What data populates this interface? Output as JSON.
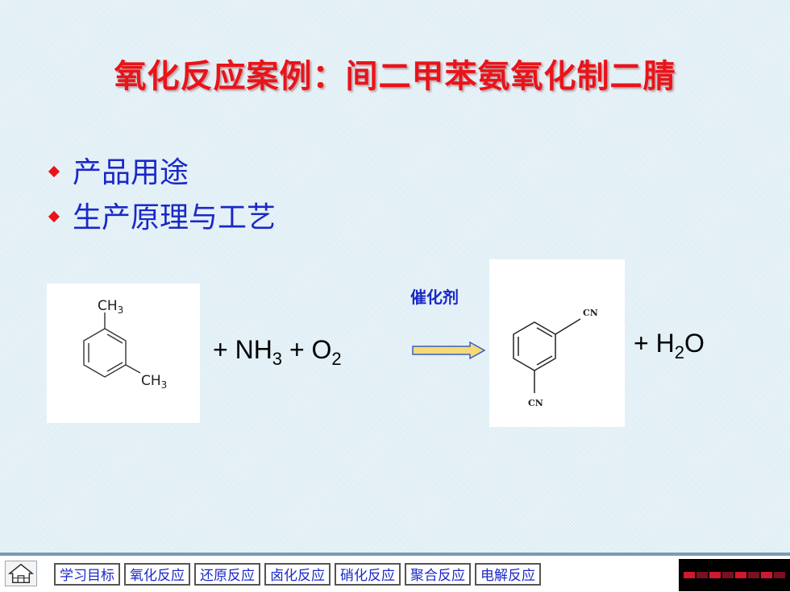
{
  "title": "氧化反应案例：间二甲苯氨氧化制二腈",
  "bullets": [
    {
      "text": "产品用途"
    },
    {
      "text": "生产原理与工艺"
    }
  ],
  "reaction": {
    "reactant_label_top": "CH",
    "reactant_label_top_sub": "3",
    "reactant_label_bottom": "CH",
    "reactant_label_bottom_sub": "3",
    "plus1": "+",
    "nh": "NH",
    "nh_sub": "3",
    "plus2": "+",
    "o": "O",
    "o_sub": "2",
    "catalyst": "催化剂",
    "product_label_top": "CN",
    "product_label_bottom": "CN",
    "plus3": "+",
    "h": "H",
    "h_sub": "2",
    "o_water": "O"
  },
  "nav": {
    "items": [
      "学习目标",
      "氧化反应",
      "还原反应",
      "卤化反应",
      "硝化反应",
      "聚合反应",
      "电解反应"
    ]
  },
  "colors": {
    "title": "#e8141a",
    "bullet_text": "#1a28c8",
    "bullet_marker": "#e8141a",
    "nav_text": "#1a28c8",
    "arrow_fill": "#f5d97a"
  }
}
